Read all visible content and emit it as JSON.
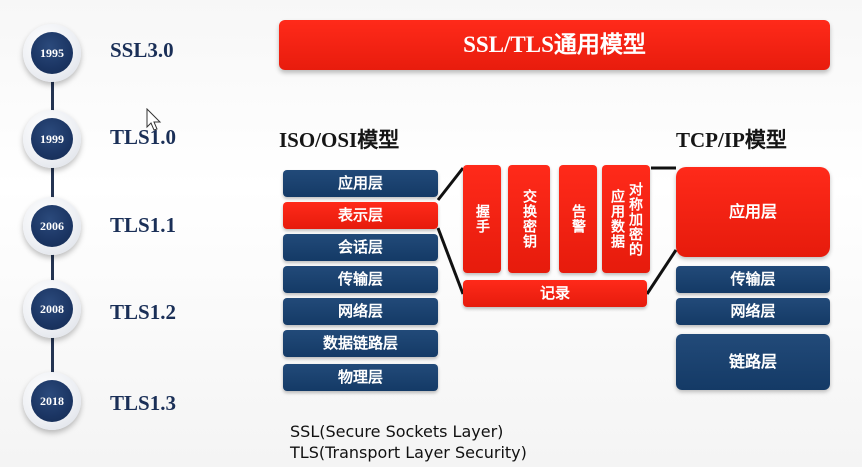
{
  "timeline": [
    {
      "year": "1995",
      "version": "SSL3.0"
    },
    {
      "year": "1999",
      "version": "TLS1.0"
    },
    {
      "year": "2006",
      "version": "TLS1.1"
    },
    {
      "year": "2008",
      "version": "TLS1.2"
    },
    {
      "year": "2018",
      "version": "TLS1.3"
    }
  ],
  "title": "SSL/TLS通用模型",
  "osi": {
    "heading": "ISO/OSI模型",
    "layers": [
      "应用层",
      "表示层",
      "会话层",
      "传输层",
      "网络层",
      "数据链路层",
      "物理层"
    ],
    "highlight_index": 1
  },
  "tls": {
    "handshake": "握手",
    "key_exchange": "交换密钥",
    "alert": "告警",
    "app_data_line1": "对称加密的",
    "app_data_line2": "应用数据",
    "record": "记录"
  },
  "tcpip": {
    "heading": "TCP/IP模型",
    "application": "应用层",
    "transport": "传输层",
    "network": "网络层",
    "link": "链路层"
  },
  "notes": {
    "ssl": "SSL(Secure Sockets Layer)",
    "tls": "TLS(Transport Layer Security)"
  },
  "colors": {
    "red": "#e81c0d",
    "navy": "#173d6a",
    "timeline_blue": "#1b3563"
  }
}
